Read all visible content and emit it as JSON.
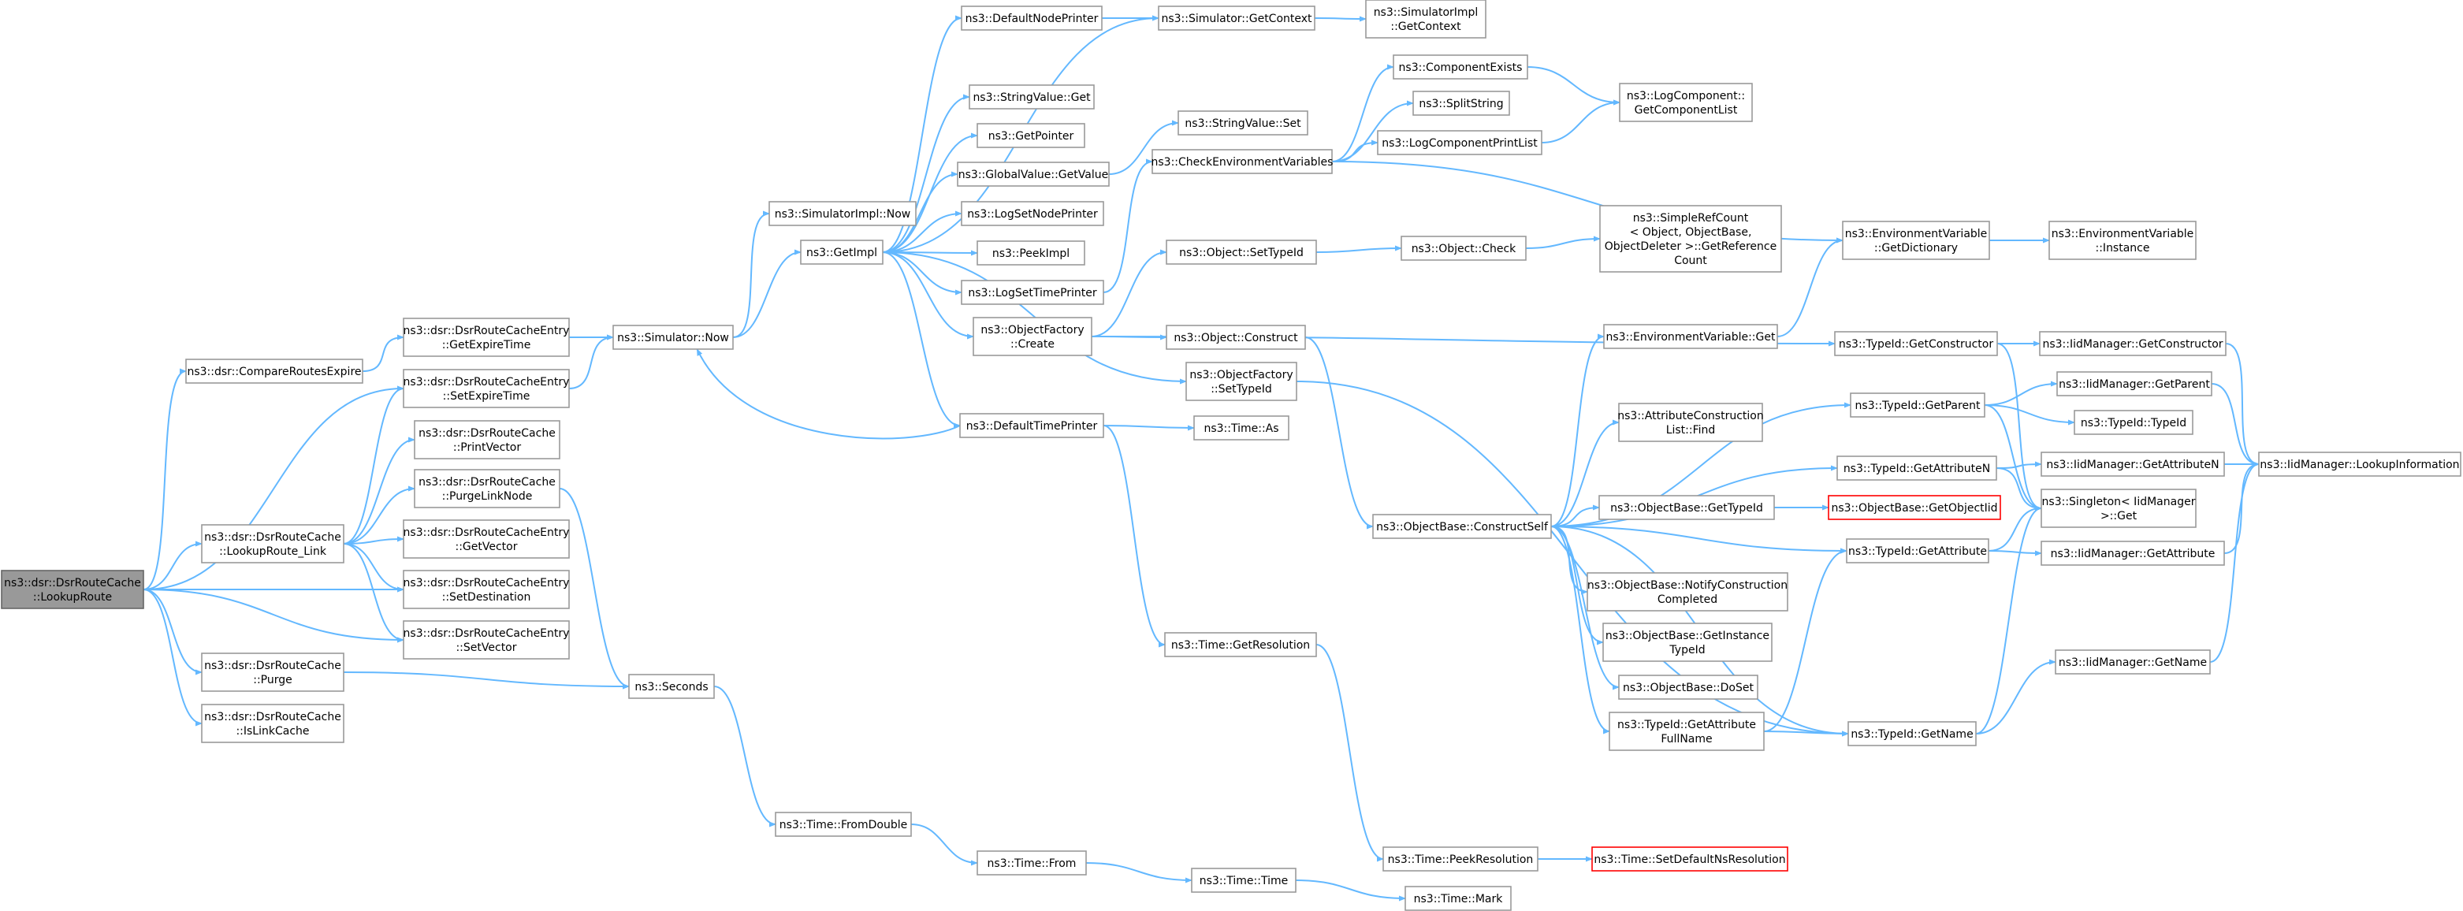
{
  "graph": {
    "edge_color": "#63b8ff",
    "node_border_color": "#999999",
    "root_fill_color": "#999999",
    "highlight_border_color": "#ff0000",
    "nodes": [
      {
        "id": "lookupRoute",
        "lines": [
          "ns3::dsr::DsrRouteCache",
          "::LookupRoute"
        ],
        "style": "root"
      },
      {
        "id": "compareRoutesExpire",
        "lines": [
          "ns3::dsr::CompareRoutesExpire"
        ]
      },
      {
        "id": "lookupRouteLink",
        "lines": [
          "ns3::dsr::DsrRouteCache",
          "::LookupRoute_Link"
        ]
      },
      {
        "id": "purge",
        "lines": [
          "ns3::dsr::DsrRouteCache",
          "::Purge"
        ]
      },
      {
        "id": "isLinkCache",
        "lines": [
          "ns3::dsr::DsrRouteCache",
          "::IsLinkCache"
        ]
      },
      {
        "id": "getExpireTime",
        "lines": [
          "ns3::dsr::DsrRouteCacheEntry",
          "::GetExpireTime"
        ]
      },
      {
        "id": "setExpireTime",
        "lines": [
          "ns3::dsr::DsrRouteCacheEntry",
          "::SetExpireTime"
        ]
      },
      {
        "id": "printVector",
        "lines": [
          "ns3::dsr::DsrRouteCache",
          "::PrintVector"
        ]
      },
      {
        "id": "purgeLinkNode",
        "lines": [
          "ns3::dsr::DsrRouteCache",
          "::PurgeLinkNode"
        ]
      },
      {
        "id": "getVector",
        "lines": [
          "ns3::dsr::DsrRouteCacheEntry",
          "::GetVector"
        ]
      },
      {
        "id": "setDestination",
        "lines": [
          "ns3::dsr::DsrRouteCacheEntry",
          "::SetDestination"
        ]
      },
      {
        "id": "setVector",
        "lines": [
          "ns3::dsr::DsrRouteCacheEntry",
          "::SetVector"
        ]
      },
      {
        "id": "simulatorNow",
        "lines": [
          "ns3::Simulator::Now"
        ]
      },
      {
        "id": "seconds",
        "lines": [
          "ns3::Seconds"
        ]
      },
      {
        "id": "simulatorImplNow",
        "lines": [
          "ns3::SimulatorImpl::Now"
        ]
      },
      {
        "id": "getImpl",
        "lines": [
          "ns3::GetImpl"
        ]
      },
      {
        "id": "fromDouble",
        "lines": [
          "ns3::Time::FromDouble"
        ]
      },
      {
        "id": "defaultNodePrinter",
        "lines": [
          "ns3::DefaultNodePrinter"
        ]
      },
      {
        "id": "stringValueGet",
        "lines": [
          "ns3::StringValue::Get"
        ]
      },
      {
        "id": "getPointer",
        "lines": [
          "ns3::GetPointer"
        ]
      },
      {
        "id": "globalValueGetValue",
        "lines": [
          "ns3::GlobalValue::GetValue"
        ]
      },
      {
        "id": "logSetNodePrinter",
        "lines": [
          "ns3::LogSetNodePrinter"
        ]
      },
      {
        "id": "peekImpl",
        "lines": [
          "ns3::PeekImpl"
        ]
      },
      {
        "id": "logSetTimePrinter",
        "lines": [
          "ns3::LogSetTimePrinter"
        ]
      },
      {
        "id": "objectFactoryCreate",
        "lines": [
          "ns3::ObjectFactory",
          "::Create"
        ]
      },
      {
        "id": "defaultTimePrinter",
        "lines": [
          "ns3::DefaultTimePrinter"
        ]
      },
      {
        "id": "timeFrom",
        "lines": [
          "ns3::Time::From"
        ]
      },
      {
        "id": "simulatorGetContext",
        "lines": [
          "ns3::Simulator::GetContext"
        ]
      },
      {
        "id": "stringValueSet",
        "lines": [
          "ns3::StringValue::Set"
        ]
      },
      {
        "id": "checkEnvVars",
        "lines": [
          "ns3::CheckEnvironmentVariables"
        ]
      },
      {
        "id": "objectSetTypeId",
        "lines": [
          "ns3::Object::SetTypeId"
        ]
      },
      {
        "id": "objectConstruct",
        "lines": [
          "ns3::Object::Construct"
        ]
      },
      {
        "id": "objectFactorySetTypeId",
        "lines": [
          "ns3::ObjectFactory",
          "::SetTypeId"
        ]
      },
      {
        "id": "timeAs",
        "lines": [
          "ns3::Time::As"
        ]
      },
      {
        "id": "timeGetResolution",
        "lines": [
          "ns3::Time::GetResolution"
        ]
      },
      {
        "id": "timeTime",
        "lines": [
          "ns3::Time::Time"
        ]
      },
      {
        "id": "simImplGetContext",
        "lines": [
          "ns3::SimulatorImpl",
          "::GetContext"
        ]
      },
      {
        "id": "componentExists",
        "lines": [
          "ns3::ComponentExists"
        ]
      },
      {
        "id": "splitString",
        "lines": [
          "ns3::SplitString"
        ]
      },
      {
        "id": "logComponentPrintList",
        "lines": [
          "ns3::LogComponentPrintList"
        ]
      },
      {
        "id": "objectCheck",
        "lines": [
          "ns3::Object::Check"
        ]
      },
      {
        "id": "objectBaseConstructSelf",
        "lines": [
          "ns3::ObjectBase::ConstructSelf"
        ]
      },
      {
        "id": "timeMark",
        "lines": [
          "ns3::Time::Mark"
        ]
      },
      {
        "id": "timePeekResolution",
        "lines": [
          "ns3::Time::PeekResolution"
        ]
      },
      {
        "id": "logComponentGetList",
        "lines": [
          "ns3::LogComponent::",
          "GetComponentList"
        ]
      },
      {
        "id": "simpleRefCountGetRef",
        "lines": [
          "ns3::SimpleRefCount",
          "< Object, ObjectBase,",
          "ObjectDeleter >::GetReference",
          "Count"
        ]
      },
      {
        "id": "envVarGet",
        "lines": [
          "ns3::EnvironmentVariable::Get"
        ]
      },
      {
        "id": "attrConstructionListFind",
        "lines": [
          "ns3::AttributeConstruction",
          "List::Find"
        ]
      },
      {
        "id": "objectBaseGetTypeId",
        "lines": [
          "ns3::ObjectBase::GetTypeId"
        ]
      },
      {
        "id": "objectBaseNotifyConstructionCompleted",
        "lines": [
          "ns3::ObjectBase::NotifyConstruction",
          "Completed"
        ]
      },
      {
        "id": "objectBaseGetInstanceTypeId",
        "lines": [
          "ns3::ObjectBase::GetInstance",
          "TypeId"
        ]
      },
      {
        "id": "objectBaseDoSet",
        "lines": [
          "ns3::ObjectBase::DoSet"
        ]
      },
      {
        "id": "typeIdGetAttributeFullName",
        "lines": [
          "ns3::TypeId::GetAttribute",
          "FullName"
        ]
      },
      {
        "id": "timeSetDefaultNsResolution",
        "lines": [
          "ns3::Time::SetDefaultNsResolution"
        ],
        "style": "red"
      },
      {
        "id": "objectBaseGetObjectIid",
        "lines": [
          "ns3::ObjectBase::GetObjectIid"
        ],
        "style": "red"
      },
      {
        "id": "envVarGetDictionary",
        "lines": [
          "ns3::EnvironmentVariable",
          "::GetDictionary"
        ]
      },
      {
        "id": "typeIdGetConstructor",
        "lines": [
          "ns3::TypeId::GetConstructor"
        ]
      },
      {
        "id": "typeIdGetParent",
        "lines": [
          "ns3::TypeId::GetParent"
        ]
      },
      {
        "id": "typeIdGetAttributeN",
        "lines": [
          "ns3::TypeId::GetAttributeN"
        ]
      },
      {
        "id": "typeIdGetAttribute",
        "lines": [
          "ns3::TypeId::GetAttribute"
        ]
      },
      {
        "id": "typeIdGetName",
        "lines": [
          "ns3::TypeId::GetName"
        ]
      },
      {
        "id": "envVarInstance",
        "lines": [
          "ns3::EnvironmentVariable",
          "::Instance"
        ]
      },
      {
        "id": "iidGetConstructor",
        "lines": [
          "ns3::IidManager::GetConstructor"
        ]
      },
      {
        "id": "iidGetParent",
        "lines": [
          "ns3::IidManager::GetParent"
        ]
      },
      {
        "id": "typeIdTypeId",
        "lines": [
          "ns3::TypeId::TypeId"
        ]
      },
      {
        "id": "iidGetAttributeN",
        "lines": [
          "ns3::IidManager::GetAttributeN"
        ]
      },
      {
        "id": "singletonGet",
        "lines": [
          "ns3::Singleton< IidManager",
          " >::Get"
        ]
      },
      {
        "id": "iidGetAttribute",
        "lines": [
          "ns3::IidManager::GetAttribute"
        ]
      },
      {
        "id": "iidGetName",
        "lines": [
          "ns3::IidManager::GetName"
        ]
      },
      {
        "id": "iidLookupInformation",
        "lines": [
          "ns3::IidManager::LookupInformation"
        ]
      }
    ],
    "edges": [
      [
        "lookupRoute",
        "compareRoutesExpire"
      ],
      [
        "lookupRoute",
        "setExpireTime"
      ],
      [
        "lookupRoute",
        "lookupRouteLink"
      ],
      [
        "lookupRoute",
        "setDestination"
      ],
      [
        "lookupRoute",
        "setVector"
      ],
      [
        "lookupRoute",
        "purge"
      ],
      [
        "lookupRoute",
        "isLinkCache"
      ],
      [
        "compareRoutesExpire",
        "getExpireTime"
      ],
      [
        "lookupRouteLink",
        "setExpireTime"
      ],
      [
        "lookupRouteLink",
        "printVector"
      ],
      [
        "lookupRouteLink",
        "purgeLinkNode"
      ],
      [
        "lookupRouteLink",
        "getVector"
      ],
      [
        "lookupRouteLink",
        "setDestination"
      ],
      [
        "lookupRouteLink",
        "setVector"
      ],
      [
        "purge",
        "seconds"
      ],
      [
        "getExpireTime",
        "simulatorNow"
      ],
      [
        "setExpireTime",
        "simulatorNow"
      ],
      [
        "purgeLinkNode",
        "seconds"
      ],
      [
        "simulatorNow",
        "simulatorImplNow"
      ],
      [
        "simulatorNow",
        "getImpl"
      ],
      [
        "seconds",
        "fromDouble"
      ],
      [
        "fromDouble",
        "timeFrom"
      ],
      [
        "timeFrom",
        "timeTime"
      ],
      [
        "timeTime",
        "timeMark"
      ],
      [
        "getImpl",
        "defaultNodePrinter"
      ],
      [
        "getImpl",
        "stringValueGet"
      ],
      [
        "getImpl",
        "getPointer"
      ],
      [
        "getImpl",
        "globalValueGetValue"
      ],
      [
        "getImpl",
        "logSetNodePrinter"
      ],
      [
        "getImpl",
        "peekImpl"
      ],
      [
        "getImpl",
        "logSetTimePrinter"
      ],
      [
        "getImpl",
        "objectFactoryCreate"
      ],
      [
        "getImpl",
        "objectFactorySetTypeId"
      ],
      [
        "getImpl",
        "defaultTimePrinter"
      ],
      [
        "getImpl",
        "simulatorGetContext"
      ],
      [
        "defaultTimePrinter",
        "simulatorNow"
      ],
      [
        "defaultTimePrinter",
        "timeAs"
      ],
      [
        "defaultTimePrinter",
        "timeGetResolution"
      ],
      [
        "defaultNodePrinter",
        "simulatorGetContext"
      ],
      [
        "simulatorGetContext",
        "simImplGetContext"
      ],
      [
        "globalValueGetValue",
        "stringValueSet"
      ],
      [
        "logSetTimePrinter",
        "checkEnvVars"
      ],
      [
        "objectFactoryCreate",
        "objectSetTypeId"
      ],
      [
        "objectFactoryCreate",
        "objectConstruct"
      ],
      [
        "objectFactoryCreate",
        "typeIdGetConstructor"
      ],
      [
        "objectFactorySetTypeId",
        "typeIdGetName"
      ],
      [
        "timeGetResolution",
        "timePeekResolution"
      ],
      [
        "timePeekResolution",
        "timeSetDefaultNsResolution"
      ],
      [
        "checkEnvVars",
        "componentExists"
      ],
      [
        "checkEnvVars",
        "splitString"
      ],
      [
        "checkEnvVars",
        "logComponentPrintList"
      ],
      [
        "checkEnvVars",
        "envVarGetDictionary"
      ],
      [
        "componentExists",
        "logComponentGetList"
      ],
      [
        "logComponentPrintList",
        "logComponentGetList"
      ],
      [
        "objectSetTypeId",
        "objectCheck"
      ],
      [
        "objectCheck",
        "simpleRefCountGetRef"
      ],
      [
        "objectConstruct",
        "objectBaseConstructSelf"
      ],
      [
        "objectBaseConstructSelf",
        "envVarGet"
      ],
      [
        "objectBaseConstructSelf",
        "attrConstructionListFind"
      ],
      [
        "objectBaseConstructSelf",
        "objectBaseGetTypeId"
      ],
      [
        "objectBaseConstructSelf",
        "objectBaseNotifyConstructionCompleted"
      ],
      [
        "objectBaseConstructSelf",
        "objectBaseGetInstanceTypeId"
      ],
      [
        "objectBaseConstructSelf",
        "objectBaseDoSet"
      ],
      [
        "objectBaseConstructSelf",
        "typeIdGetAttributeFullName"
      ],
      [
        "objectBaseConstructSelf",
        "typeIdGetParent"
      ],
      [
        "objectBaseConstructSelf",
        "typeIdGetAttributeN"
      ],
      [
        "objectBaseConstructSelf",
        "typeIdGetAttribute"
      ],
      [
        "objectBaseConstructSelf",
        "typeIdGetName"
      ],
      [
        "objectBaseGetTypeId",
        "objectBaseGetObjectIid"
      ],
      [
        "envVarGet",
        "envVarGetDictionary"
      ],
      [
        "envVarGetDictionary",
        "envVarInstance"
      ],
      [
        "typeIdGetAttributeFullName",
        "typeIdGetAttribute"
      ],
      [
        "typeIdGetAttributeFullName",
        "typeIdGetName"
      ],
      [
        "typeIdGetConstructor",
        "iidGetConstructor"
      ],
      [
        "typeIdGetConstructor",
        "singletonGet"
      ],
      [
        "typeIdGetParent",
        "iidGetParent"
      ],
      [
        "typeIdGetParent",
        "typeIdTypeId"
      ],
      [
        "typeIdGetParent",
        "singletonGet"
      ],
      [
        "typeIdGetAttributeN",
        "iidGetAttributeN"
      ],
      [
        "typeIdGetAttributeN",
        "singletonGet"
      ],
      [
        "typeIdGetAttribute",
        "iidGetAttribute"
      ],
      [
        "typeIdGetAttribute",
        "singletonGet"
      ],
      [
        "typeIdGetName",
        "iidGetName"
      ],
      [
        "typeIdGetName",
        "singletonGet"
      ],
      [
        "iidGetConstructor",
        "iidLookupInformation"
      ],
      [
        "iidGetParent",
        "iidLookupInformation"
      ],
      [
        "iidGetAttributeN",
        "iidLookupInformation"
      ],
      [
        "iidGetAttribute",
        "iidLookupInformation"
      ],
      [
        "iidGetName",
        "iidLookupInformation"
      ]
    ]
  }
}
